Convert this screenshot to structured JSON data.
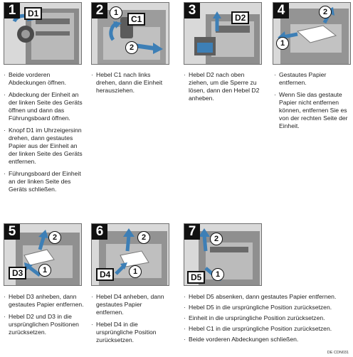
{
  "steps": [
    {
      "num": "1",
      "label": "D1",
      "markers": [],
      "bullets": [
        "Beide vorderen Abdeckungen öffnen.",
        "Abdeckung der Einheit an der linken Seite des Geräts öffnen und dann das Führungsboard öffnen.",
        "Knopf D1 im Uhrzeigersinn drehen, dann gestautes Papier aus der Einheit an der linken Seite des Geräts entfernen.",
        "Führungsboard der Einheit an der linken Seite des Geräts schließen."
      ]
    },
    {
      "num": "2",
      "label": "C1",
      "markers": [
        "1",
        "2"
      ],
      "bullets": [
        "Hebel C1 nach links drehen, dann die Einheit herausziehen."
      ]
    },
    {
      "num": "3",
      "label": "D2",
      "markers": [],
      "bullets": [
        "Hebel D2 nach oben ziehen, um die Sperre zu lösen, dann den Hebel D2 anheben."
      ]
    },
    {
      "num": "4",
      "label": "",
      "markers": [
        "1",
        "2"
      ],
      "bullets": [
        "Gestautes Papier entfernen.",
        "Wenn Sie das gestaute Papier nicht entfernen können, entfernen Sie es von der rechten Seite der Einheit."
      ]
    },
    {
      "num": "5",
      "label": "D3",
      "markers": [
        "1",
        "2"
      ],
      "bullets": [
        "Hebel D3 anheben, dann gestautes Papier entfernen.",
        "Hebel D2 und D3 in die ursprünglichen Positionen zurücksetzen."
      ]
    },
    {
      "num": "6",
      "label": "D4",
      "markers": [
        "1",
        "2"
      ],
      "bullets": [
        "Hebel D4 anheben, dann gestautes Papier entfernen.",
        "Hebel D4 in die ursprüngliche Position zurücksetzen."
      ]
    },
    {
      "num": "7",
      "label": "D5",
      "markers": [
        "1",
        "2"
      ],
      "bullets": [
        "Hebel D5 absenken, dann gestautes Papier entfernen.",
        "Hebel D5 in die ursprüngliche Position zurücksetzen.",
        "Einheit in die ursprüngliche Position zurücksetzen.",
        "Hebel C1 in die ursprüngliche Position zurücksetzen.",
        "Beide vorderen Abdeckungen schließen."
      ]
    }
  ],
  "caption": "DE CDN031",
  "colors": {
    "arrow": "#3d7fb6",
    "panel_bg": "#d9d9d9",
    "machine": "#555555"
  }
}
